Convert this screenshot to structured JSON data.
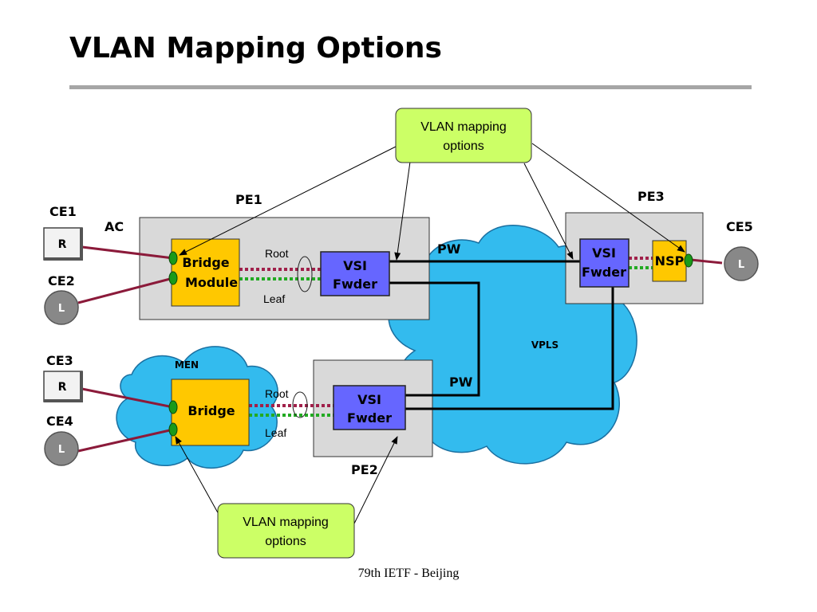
{
  "slide": {
    "title": "VLAN Mapping Options",
    "footer": "79th IETF - Beijing"
  },
  "callouts": {
    "top": "VLAN mapping options",
    "bottom": "VLAN mapping options"
  },
  "nodes": {
    "pe1": "PE1",
    "pe2": "PE2",
    "pe3": "PE3",
    "ce1": "CE1",
    "ce2": "CE2",
    "ce3": "CE3",
    "ce4": "CE4",
    "ce5": "CE5",
    "ac": "AC",
    "bridge_module_line1": "Bridge",
    "bridge_module_line2": "Module",
    "bridge": "Bridge",
    "vsi_line1": "VSI",
    "vsi_line2": "Fwder",
    "nsp": "NSP",
    "men": "MEN",
    "vpls": "VPLS",
    "pw": "PW",
    "root": "Root",
    "leaf": "Leaf",
    "router": "R",
    "leaf_device": "L"
  },
  "colors": {
    "pe_box": "#d9d9d9",
    "bridge_fill": "#ffc800",
    "vsi_fill": "#6666ff",
    "callout_fill": "#ccff66",
    "cloud_fill": "#33bbee",
    "attachment": "#8b1a3a",
    "root_line": "#a0204a",
    "leaf_line": "#22aa22",
    "port": "#1a9a1a",
    "title_rule": "#a6a6a6"
  }
}
